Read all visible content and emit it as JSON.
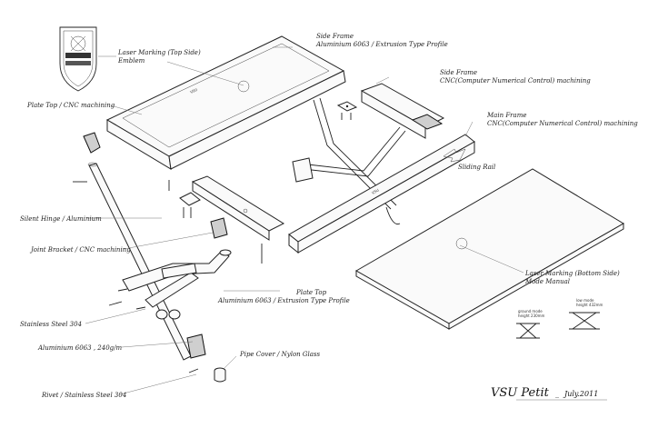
{
  "emblem": {
    "icon": "shield-emblem"
  },
  "labels": {
    "laser_top": [
      "Laser Marking (Top Side)",
      "Emblem"
    ],
    "side_frame_1": [
      "Side Frame",
      "Aluminium 6063 / Extrusion Type Profile"
    ],
    "side_frame_2": [
      "Side Frame",
      "CNC(Computer Numerical Control) machining"
    ],
    "plate_top_cnc": "Plate Top / CNC machining",
    "main_frame": [
      "Main Frame",
      "CNC(Computer Numerical Control) machining"
    ],
    "sliding_rail": "Sliding Rail",
    "silent_hinge": "Silent Hinge / Aluminium",
    "joint_bracket": "Joint Bracket / CNC machining",
    "laser_bottom": [
      "Laser Marking (Bottom Side)",
      "Mode Manual"
    ],
    "plate_top_ext": [
      "Plate Top",
      "Aluminium 6063 / Extrusion Type Profile"
    ],
    "stainless": "Stainless Steel 304",
    "aluminium_240": "Aluminium 6063 , 240g/m",
    "pipe_cover": "Pipe Cover / Nylon Glass",
    "rivet": "Rivet / Stainless Steel 304"
  },
  "mode_manual": {
    "ground": [
      "ground mode",
      "height 230mm"
    ],
    "low": [
      "low mode",
      "height 432mm"
    ]
  },
  "title_block": {
    "name": "VSU Petit",
    "separator": "_",
    "date": "July.2011"
  }
}
